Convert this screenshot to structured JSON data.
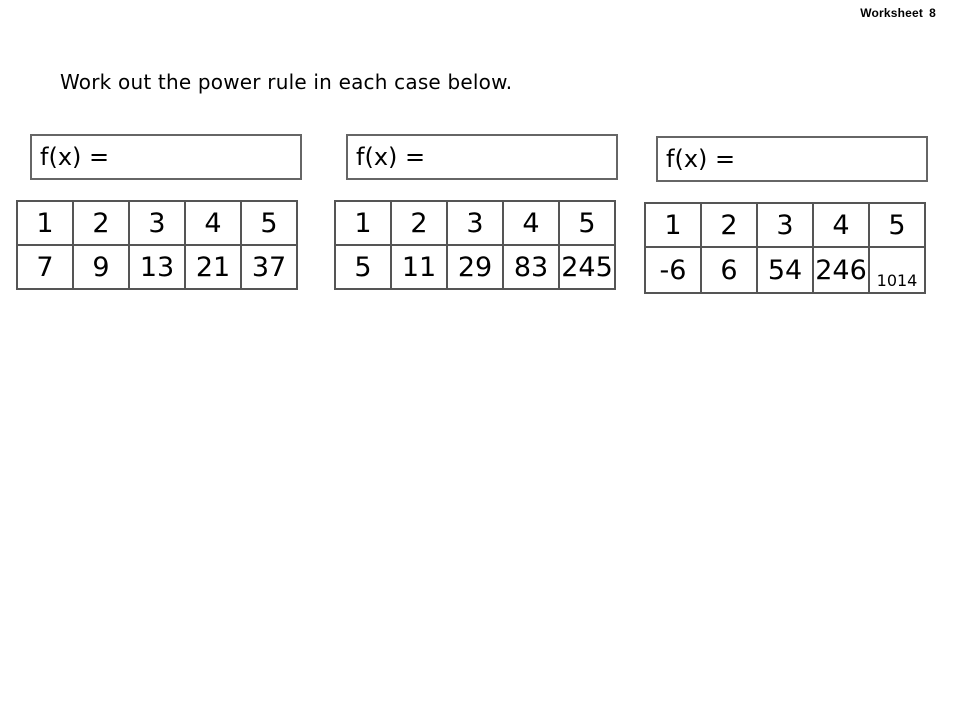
{
  "header": {
    "label": "Worksheet",
    "number": "8"
  },
  "instruction": "Work out the power rule in each case below.",
  "problems": [
    {
      "fx_label": "f(x) =",
      "x": [
        "1",
        "2",
        "3",
        "4",
        "5"
      ],
      "y": [
        "7",
        "9",
        "13",
        "21",
        "37"
      ]
    },
    {
      "fx_label": "f(x) =",
      "x": [
        "1",
        "2",
        "3",
        "4",
        "5"
      ],
      "y": [
        "5",
        "11",
        "29",
        "83",
        "245"
      ]
    },
    {
      "fx_label": "f(x) =",
      "x": [
        "1",
        "2",
        "3",
        "4",
        "5"
      ],
      "y": [
        "-6",
        "6",
        "54",
        "246",
        "1014"
      ]
    }
  ]
}
